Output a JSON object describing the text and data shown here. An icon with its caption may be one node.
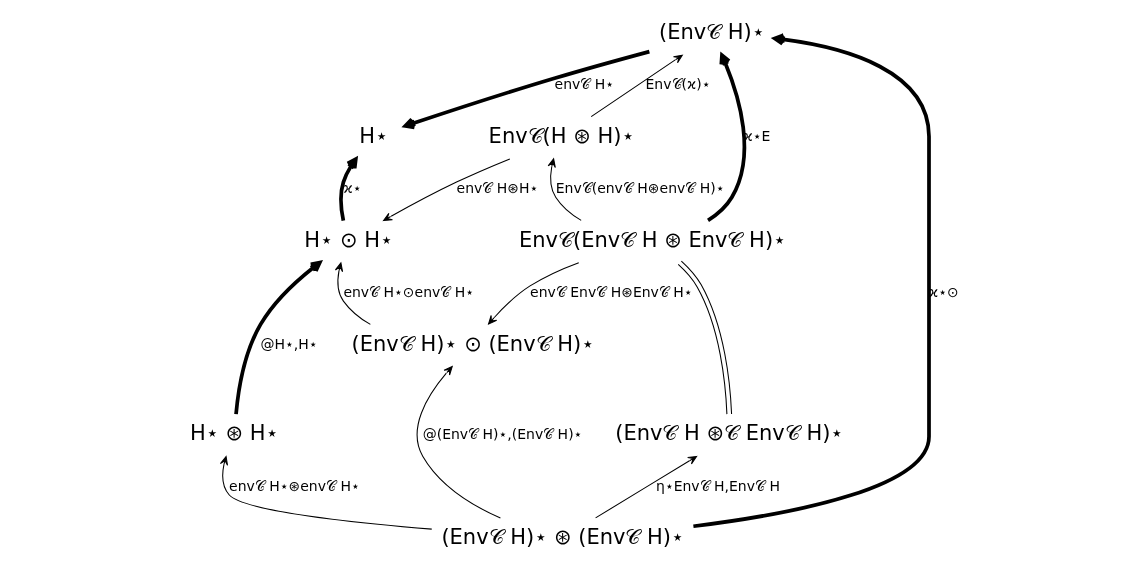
{
  "diagram": {
    "nodes": [
      {
        "text": [
          "(Env𝒞 H)⋆"
        ]
      },
      {
        "text": [
          "H⋆"
        ]
      },
      {
        "text": [
          "Env𝒞(H ⊛ H)⋆"
        ]
      },
      {
        "text": [
          "H⋆ ⊙ H⋆"
        ]
      },
      {
        "text": [
          "Env𝒞(Env𝒞 H ⊛ Env𝒞 H)⋆"
        ]
      },
      {
        "text": [
          "(Env𝒞 H)⋆ ⊙ (Env𝒞 H)⋆"
        ]
      },
      {
        "text": [
          "H⋆ ⊛ H⋆"
        ]
      },
      {
        "text": [
          "(Env𝒞 H ⊛𝒞 Env𝒞 H)⋆"
        ]
      },
      {
        "text": [
          "(Env𝒞 H)⋆ ⊛ (Env𝒞 H)⋆"
        ]
      }
    ],
    "edges": [
      {
        "from": 0,
        "to": 1,
        "arrow": "to",
        "label": "env𝒞 H⋆",
        "style": "thick"
      },
      {
        "from": 3,
        "to": 1,
        "arrow": "to",
        "label": "ϰ⋆",
        "style": "thick"
      },
      {
        "from": 2,
        "to": 0,
        "arrow": "to",
        "label": "Env𝒞(ϰ)⋆"
      },
      {
        "from": 2,
        "to": 3,
        "arrow": "to",
        "label": "env𝒞 H⊛H⋆"
      },
      {
        "from": 4,
        "to": 2,
        "arrow": "to",
        "label": "Env𝒞(env𝒞 H⊛env𝒞 H)⋆"
      },
      {
        "from": 4,
        "to": 0,
        "arrow": "to",
        "label": "ϰ⋆E",
        "style": "thick"
      },
      {
        "from": 5,
        "to": 3,
        "arrow": "to",
        "label": "env𝒞 H⋆⊙env𝒞 H⋆"
      },
      {
        "from": 4,
        "to": 5,
        "arrow": "to",
        "label": "env𝒞 Env𝒞 H⊛Env𝒞 H⋆"
      },
      {
        "from": 4,
        "to": 7,
        "arrow": "none"
      },
      {
        "from": 6,
        "to": 3,
        "arrow": "to",
        "label": "@H⋆,H⋆",
        "style": "thick"
      },
      {
        "from": 8,
        "to": 6,
        "arrow": "to",
        "label": "env𝒞 H⋆⊛env𝒞 H⋆"
      },
      {
        "from": 8,
        "to": 5,
        "arrow": "to",
        "label": "@(Env𝒞 H)⋆,(Env𝒞 H)⋆"
      },
      {
        "from": 8,
        "to": 7,
        "arrow": "to",
        "label": "η⋆Env𝒞 H,Env𝒞 H"
      },
      {
        "from": 8,
        "to": 0,
        "arrow": "to",
        "label": "ϰ⋆⊙",
        "style": "thick"
      }
    ]
  }
}
